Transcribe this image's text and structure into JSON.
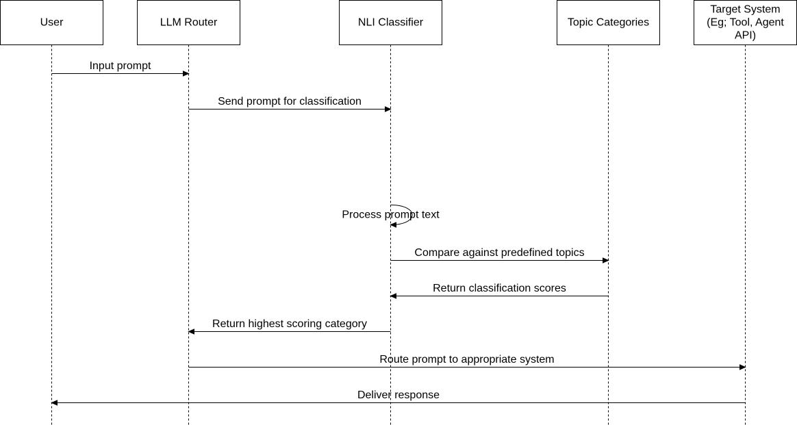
{
  "actors": [
    {
      "id": "user",
      "lines": [
        "User"
      ]
    },
    {
      "id": "router",
      "lines": [
        "LLM Router"
      ]
    },
    {
      "id": "nli",
      "lines": [
        "NLI Classifier"
      ]
    },
    {
      "id": "topics",
      "lines": [
        "Topic Categories"
      ]
    },
    {
      "id": "target",
      "lines": [
        "Target System",
        "(Eg; Tool, Agent",
        "API)"
      ]
    }
  ],
  "messages": [
    {
      "from": "user",
      "to": "router",
      "label": "Input prompt"
    },
    {
      "from": "router",
      "to": "nli",
      "label": "Send prompt for classification"
    },
    {
      "from": "nli",
      "to": "nli",
      "label": "Process prompt text",
      "self": true
    },
    {
      "from": "nli",
      "to": "topics",
      "label": "Compare against predefined topics"
    },
    {
      "from": "topics",
      "to": "nli",
      "label": "Return classification scores"
    },
    {
      "from": "nli",
      "to": "router",
      "label": "Return highest scoring category"
    },
    {
      "from": "router",
      "to": "target",
      "label": "Route prompt to appropriate system"
    },
    {
      "from": "target",
      "to": "user",
      "label": "Deliver response"
    }
  ],
  "colors": {
    "stroke": "#000000",
    "background": "#ffffff"
  }
}
